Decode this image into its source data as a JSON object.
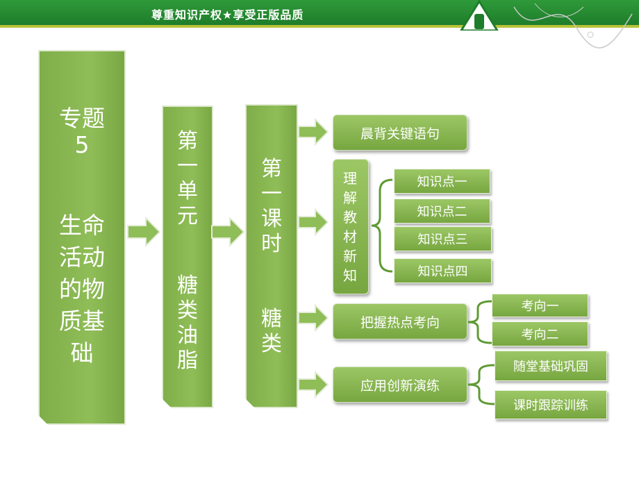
{
  "header": {
    "slogan": "尊重知识产权★享受正版品质"
  },
  "topic": {
    "line1": "专题",
    "line2": "5",
    "line3": "生命",
    "line4": "活动",
    "line5": "的物",
    "line6": "质基",
    "line7": "础"
  },
  "unit": {
    "title": "第一单元",
    "subtitle": "糖类油脂"
  },
  "lesson": {
    "title": "第一课时",
    "subtitle": "糖类"
  },
  "branches": {
    "recite": "晨背关键语句",
    "understand": "理解教材新知",
    "knowledge": [
      "知识点一",
      "知识点二",
      "知识点三",
      "知识点四"
    ],
    "hotspot": "把握热点考向",
    "directions": [
      "考向一",
      "考向二"
    ],
    "apply": "应用创新演练",
    "practice": [
      "随堂基础巩固",
      "课时跟踪训练"
    ]
  },
  "colors": {
    "header_green": "#1e7d2a",
    "panel_green": "#8fbd57",
    "accent_yellow": "#b8c33a"
  }
}
